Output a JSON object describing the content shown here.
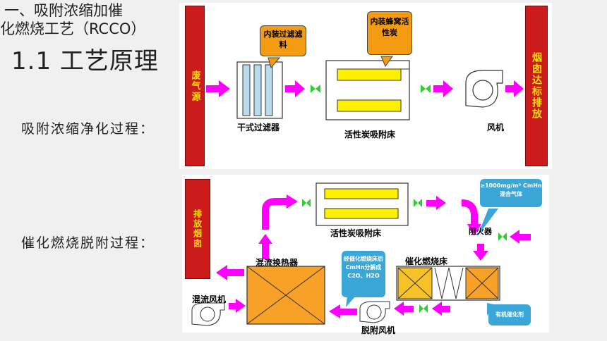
{
  "title": {
    "line1": "一、吸附浓缩加催",
    "line2": "化燃烧工艺（RCCO）",
    "line3": "1.1 工艺原理"
  },
  "sections": {
    "adsorption_label": "吸附浓缩净化过程：",
    "desorption_label": "催化燃烧脱附过程："
  },
  "top_diagram": {
    "waste_gas_source": "废气源",
    "chimney_discharge": "烟囱达标排放",
    "filter_callout": "内装过滤滤料",
    "carbon_callout": "内装蜂窝活性炭",
    "dry_filter_label": "干式过滤器",
    "carbon_bed_label": "活性炭吸附床",
    "fan_label": "风机"
  },
  "bottom_diagram": {
    "discharge_chimney": "排放烟囱",
    "carbon_bed_label": "活性炭吸附床",
    "concentration_callout": "≥1000mg/m³ CmHn混合气体",
    "flame_arrester_label": "阻火器",
    "heat_exchanger_label": "混流换热器",
    "catalytic_bed_label": "催化燃烧床",
    "decomp_callout": "经催化燃烧床后CmHn分解成C2O、H2O",
    "mixed_fan_label": "混流风机",
    "desorption_fan_label": "脱附风机",
    "catalyst_label": "有机催化剂"
  },
  "colors": {
    "red_bar": "#cc1b1b",
    "arrow": "#ff00ff",
    "carbon_fill": "#ffef00",
    "heat_exchanger_fill": "#f7a128",
    "callout_fill": "#f39c12",
    "valve": "#33cc33",
    "filter_fill": "#b9dcef"
  }
}
